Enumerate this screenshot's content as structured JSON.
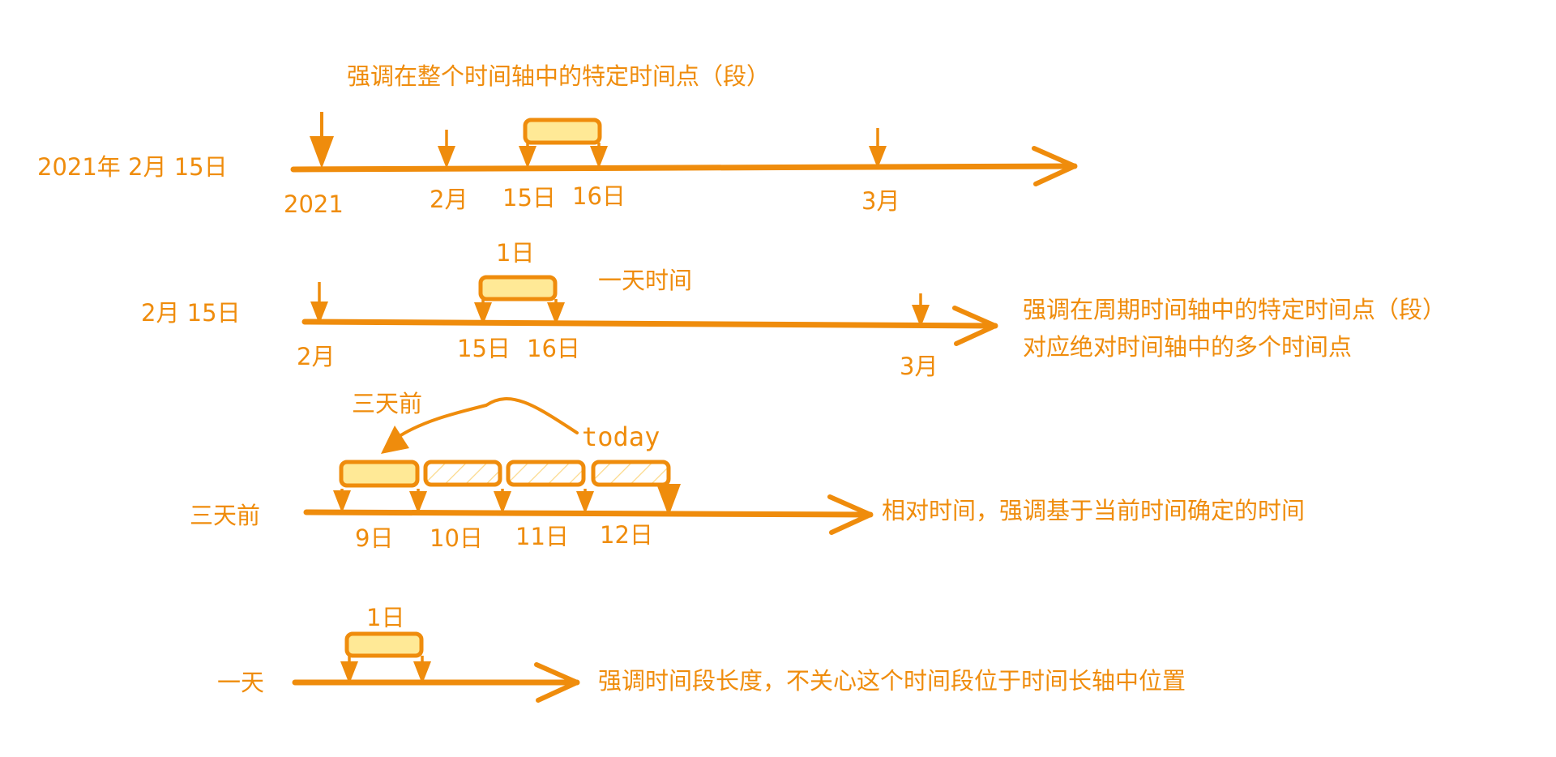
{
  "colors": {
    "stroke": "#ef8c0c",
    "box_fill": "#ffe996",
    "hatch": "#fbd98a",
    "background": "#ffffff"
  },
  "header": {
    "title": "强调在整个时间轴中的特定时间点（段）"
  },
  "rows": [
    {
      "id": "absolute",
      "row_label": "2021年 2月 15日",
      "tick_labels": [
        "2021",
        "2月",
        "15日",
        "16日",
        "3月"
      ],
      "box_label": "",
      "side_note": "",
      "description": []
    },
    {
      "id": "periodic",
      "row_label": "2月 15日",
      "tick_labels": [
        "2月",
        "15日",
        "16日",
        "3月"
      ],
      "box_label": "1日",
      "side_note": "一天时间",
      "description": [
        "强调在周期时间轴中的特定时间点（段）",
        "对应绝对时间轴中的多个时间点"
      ]
    },
    {
      "id": "relative",
      "row_label": "三天前",
      "tick_labels": [
        "9日",
        "10日",
        "11日",
        "12日"
      ],
      "curve_start_label": "today",
      "curve_end_label": "三天前",
      "description": [
        "相对时间，强调基于当前时间确定的时间"
      ]
    },
    {
      "id": "duration",
      "row_label": "一天",
      "box_label": "1日",
      "description": [
        "强调时间段长度，不关心这个时间段位于时间长轴中位置"
      ]
    }
  ]
}
